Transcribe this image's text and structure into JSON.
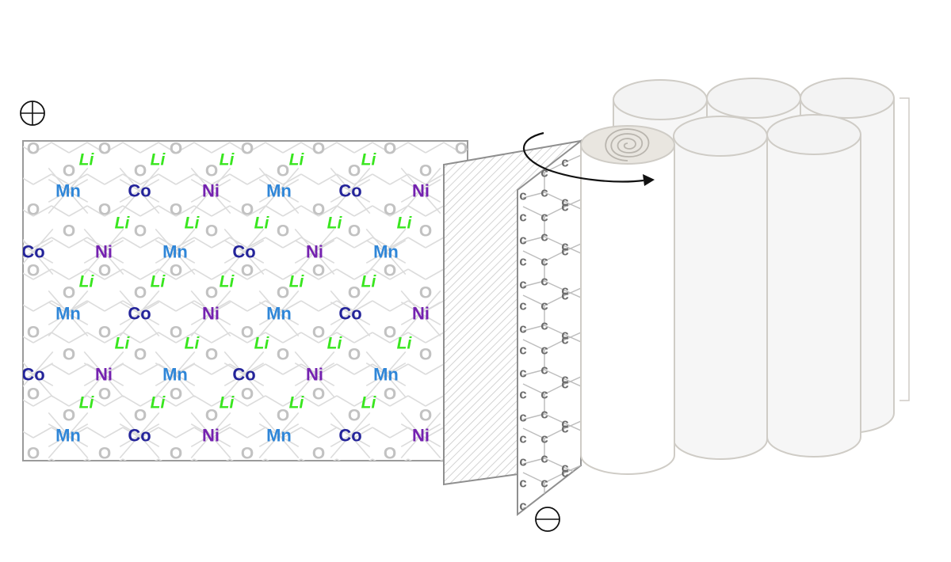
{
  "terminals": {
    "positive": "⊕",
    "negative": "⊖"
  },
  "cathode": {
    "element_labels": {
      "lithium": "Li",
      "oxygen": "O",
      "manganese": "Mn",
      "cobalt": "Co",
      "nickel": "Ni"
    },
    "row_a": [
      "Mn",
      "Co",
      "Ni",
      "Mn",
      "Co",
      "Ni"
    ],
    "row_b": [
      "Co",
      "Ni",
      "Mn",
      "Co",
      "Ni",
      "Mn"
    ]
  },
  "anode": {
    "atom_label": "C"
  },
  "colors": {
    "lithium": "#39e61f",
    "manganese": "#2f86d8",
    "cobalt": "#24249a",
    "nickel": "#7421b0",
    "oxygen": "#c2c2c2",
    "carbon": "#6d6d6d",
    "outline": "#9a9a9a",
    "cell_outline": "#cfccc6",
    "cell_fill": "#f6f6f6",
    "roll_top": "#e9e6e0"
  }
}
